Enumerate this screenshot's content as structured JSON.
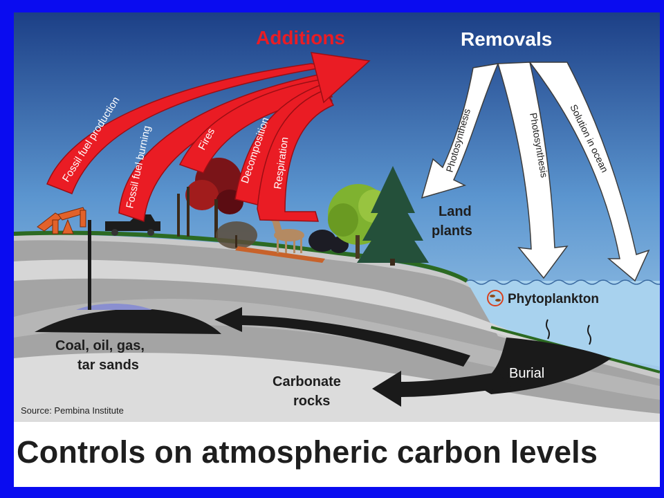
{
  "diagram": {
    "title": "Controls on atmospheric carbon levels",
    "source": "Source: Pembina Institute",
    "headings": {
      "additions": "Additions",
      "removals": "Removals"
    },
    "additions_flows": [
      "Fossil fuel production",
      "Fossil fuel burning",
      "Fires",
      "Decomposition",
      "Respiration"
    ],
    "removals_flows": [
      "Photosynthesis",
      "Photosynthesis",
      "Solution in ocean"
    ],
    "labels": {
      "land_plants_line1": "Land",
      "land_plants_line2": "plants",
      "phytoplankton": "Phytoplankton",
      "fossil_line1": "Coal, oil, gas,",
      "fossil_line2": "tar sands",
      "carbonate_line1": "Carbonate",
      "carbonate_line2": "rocks",
      "burial": "Burial"
    },
    "colors": {
      "additions": "#ea1c24",
      "removals": "#ffffff",
      "border": "#0a0cf0",
      "sky_top": "#1c3f86",
      "sky_bottom": "#a9d3f0",
      "ocean": "#a8d2ee"
    }
  }
}
